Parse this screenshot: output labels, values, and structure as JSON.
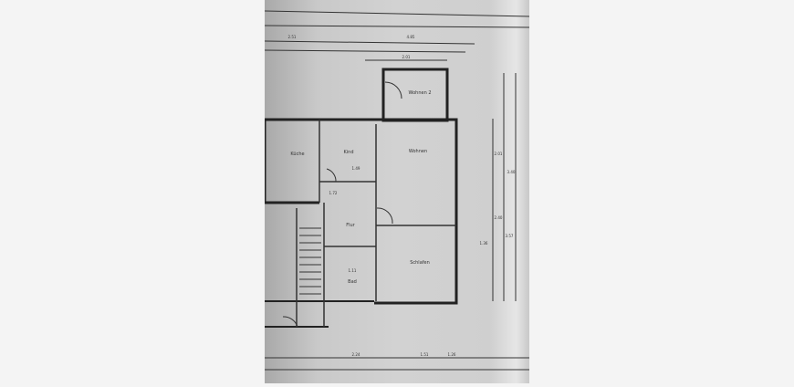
{
  "plan": {
    "rooms": [
      {
        "id": "kueche",
        "label": "Küche"
      },
      {
        "id": "kind",
        "label": "Kind"
      },
      {
        "id": "wohnen",
        "label": "Wohnen"
      },
      {
        "id": "wohnen2",
        "label": "Wohnen 2"
      },
      {
        "id": "flur",
        "label": "Flur"
      },
      {
        "id": "schlafen",
        "label": "Schlafen"
      },
      {
        "id": "bad",
        "label": "Bad"
      }
    ],
    "dimensions": [
      "2.51",
      "4.85",
      "2.01",
      "1.49",
      "1.72",
      "2.01",
      "2.40",
      "3.40",
      "3.57",
      "1.11",
      "1.36",
      "2.24",
      "1.51",
      "1.26"
    ]
  }
}
